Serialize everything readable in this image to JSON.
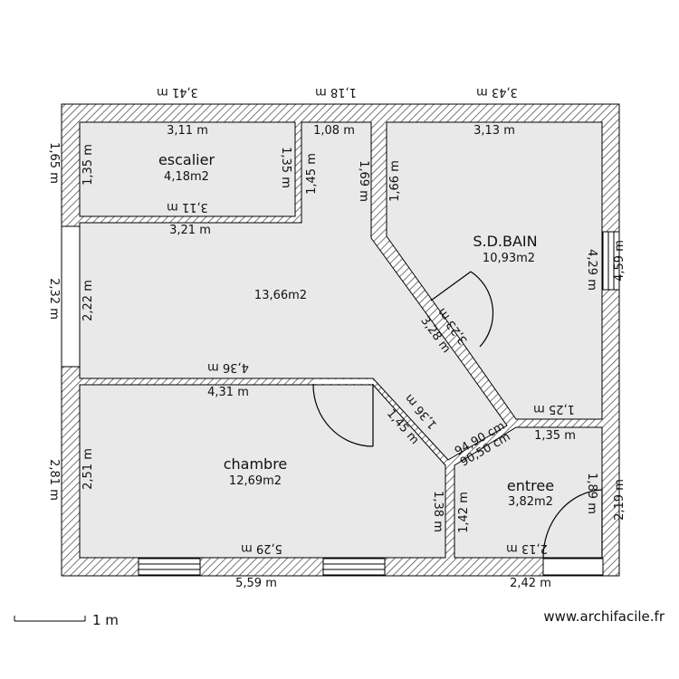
{
  "colors": {
    "wall_hatch": "#555555",
    "wall_fill": "#ffffff",
    "room_fill": "#e9e9e9",
    "window_fill": "#ffffff",
    "text": "#111111"
  },
  "rooms": {
    "escalier": {
      "name": "escalier",
      "area": "4,18m2"
    },
    "sejour": {
      "area": "13,66m2"
    },
    "sdb": {
      "name": "S.D.BAIN",
      "area": "10,93m2"
    },
    "chambre": {
      "name": "chambre",
      "area": "12,69m2"
    },
    "entree": {
      "name": "entree",
      "area": "3,82m2"
    }
  },
  "dims": {
    "top_escalier_out": "3,41 m",
    "top_mid_out": "1,18 m",
    "top_sdb_out": "3,43 m",
    "escalier_top": "3,11 m",
    "escalier_left": "1,35 m",
    "escalier_right": "1,35 m",
    "escalier_bottom_in": "3,11 m",
    "left_escalier_out": "1,65 m",
    "corridor_top": "1,08 m",
    "corridor_left": "1,45 m",
    "corridor_right": "1,69 m",
    "sdb_top": "3,13 m",
    "sdb_left": "1,66 m",
    "sdb_right": "4,29 m",
    "right_sdb_out": "4,59 m",
    "sejour_top": "3,21 m",
    "left_sejour_out": "2,32 m",
    "sejour_left": "2,22 m",
    "sejour_bottom": "4,36 m",
    "sdb_diag_in": "3,23 m",
    "sdb_diag_out": "3,28 m",
    "sdb_bottom": "1,25 m",
    "entree_diag_a": "94,90 cm",
    "entree_diag_b": "90,50 cm",
    "chambre_top": "4,31 m",
    "chambre_diag_a": "1,36 m",
    "chambre_diag_b": "1,45 m",
    "entree_top": "1,35 m",
    "chambre_left": "2,51 m",
    "left_chambre_out": "2,81 m",
    "chambre_right": "1,38 m",
    "entree_left": "1,42 m",
    "entree_right": "1,89 m",
    "right_entree_out": "2,19 m",
    "chambre_bottom_in": "5,29 m",
    "entree_bottom_in": "2,13 m",
    "bottom_chambre_out": "5,59 m",
    "bottom_entree_out": "2,42 m"
  },
  "footer": {
    "scale": "1 m",
    "credit": "www.archifacile.fr"
  }
}
